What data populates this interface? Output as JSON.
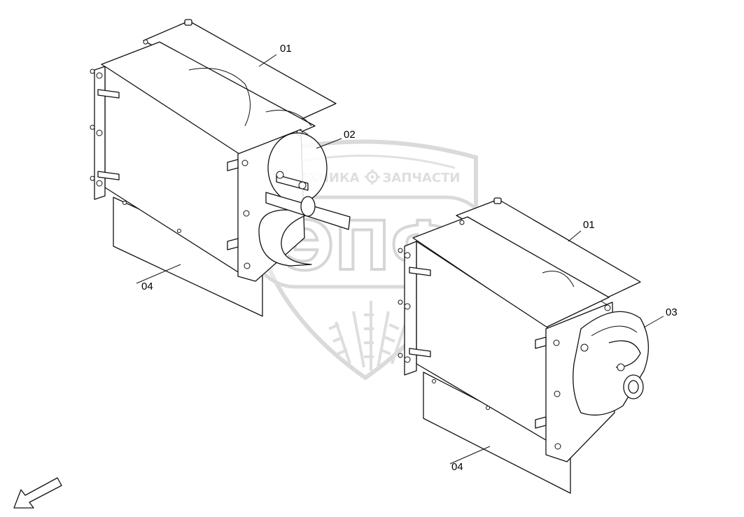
{
  "watermark": {
    "top_left": "ТЕХНИКА",
    "top_right": "ЗАПЧАСТИ",
    "logo_letters": "ЭПФ",
    "color": "#c9c9c9"
  },
  "callouts": {
    "c01_left": "01",
    "c02": "02",
    "c04_left": "04",
    "c01_right": "01",
    "c03": "03",
    "c04_right": "04"
  },
  "icons": [
    "direction-arrow-icon",
    "gear-icon"
  ]
}
